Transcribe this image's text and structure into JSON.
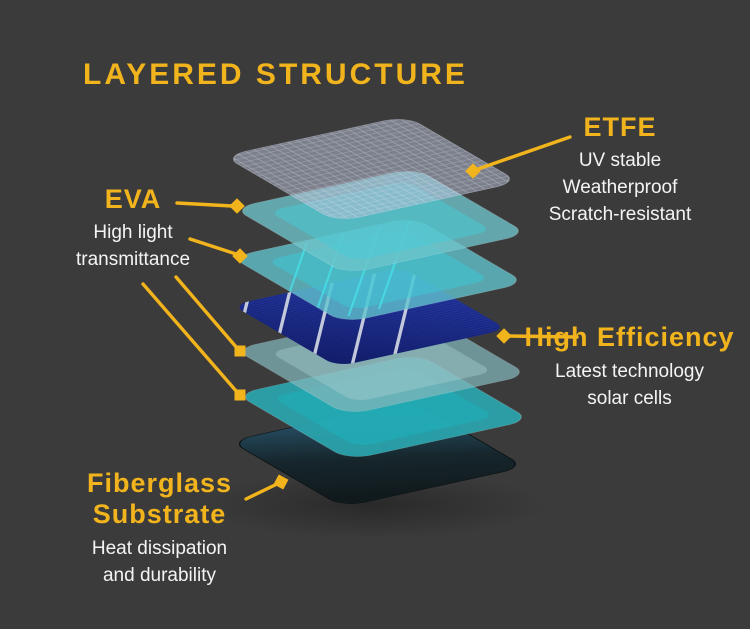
{
  "title": "LAYERED STRUCTURE",
  "colors": {
    "background": "#3b3b3b",
    "accent": "#F2B41D",
    "text": "#F4F4F4",
    "solar_cell_blue": "#1c2b8f",
    "busbar_silver": "#ccd2e0"
  },
  "callouts": {
    "etfe": {
      "heading": "ETFE",
      "lines": [
        "UV stable",
        "Weatherproof",
        "Scratch-resistant"
      ]
    },
    "eva": {
      "heading": "EVA",
      "lines": [
        "High light",
        "transmittance"
      ]
    },
    "high_efficiency": {
      "heading": "High Efficiency",
      "lines": [
        "Latest technology",
        "solar cells"
      ]
    },
    "fiberglass": {
      "heading": "Fiberglass Substrate",
      "lines": [
        "Heat dissipation",
        "and durability"
      ]
    }
  },
  "layers": [
    {
      "name": "etfe-film",
      "color": "#b9c0d6"
    },
    {
      "name": "eva-encapsulant-upper-1",
      "color": "#6fc5cb"
    },
    {
      "name": "eva-encapsulant-upper-2",
      "color": "#62c5cf"
    },
    {
      "name": "solar-cell",
      "color": "#1c2b8f"
    },
    {
      "name": "eva-encapsulant-lower-1",
      "color": "#84b7bc"
    },
    {
      "name": "eva-encapsulant-lower-2",
      "color": "#2ba8b1"
    },
    {
      "name": "fiberglass-substrate",
      "color": "#16262c"
    }
  ]
}
